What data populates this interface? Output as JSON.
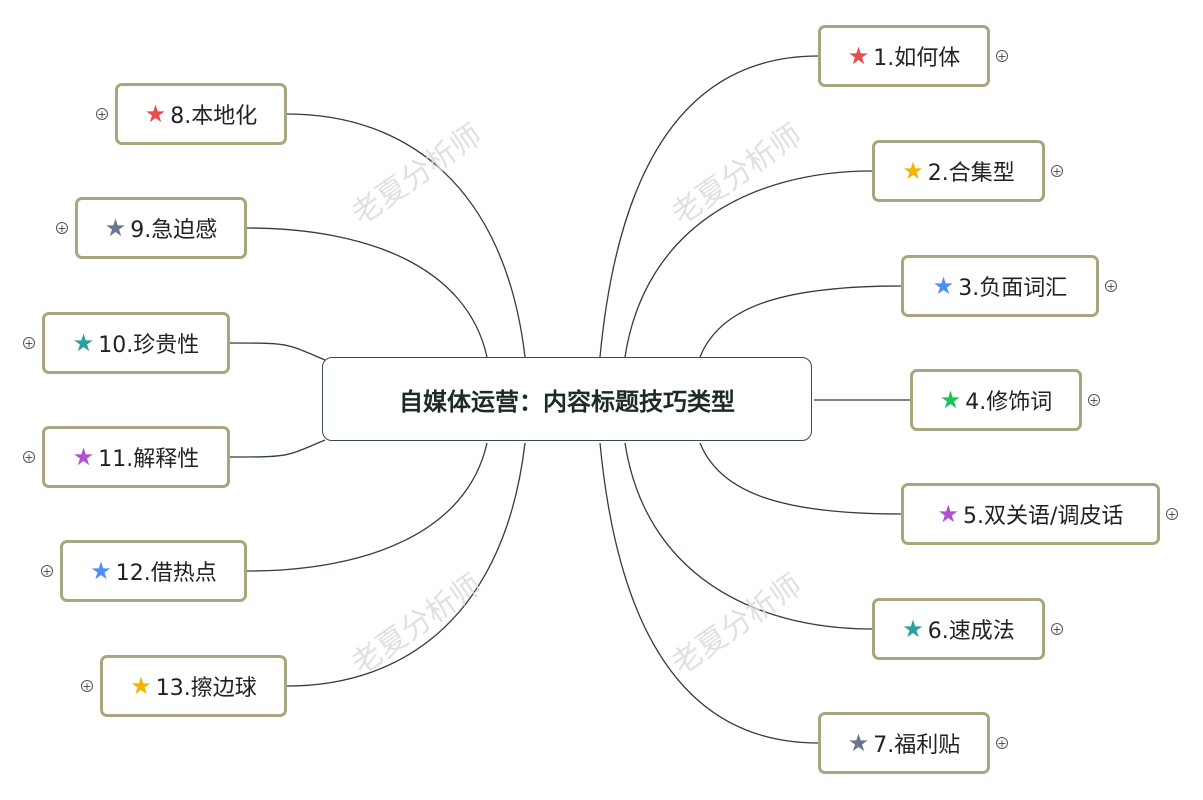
{
  "watermark": "老夏分析师",
  "center": {
    "title": "自媒体运营：内容标题技巧类型"
  },
  "nodes": [
    {
      "label": "1.如何体",
      "star_color": "#e84c4c"
    },
    {
      "label": "2.合集型",
      "star_color": "#f5b400"
    },
    {
      "label": "3.负面词汇",
      "star_color": "#4f8ef7"
    },
    {
      "label": "4.修饰词",
      "star_color": "#1dc45a"
    },
    {
      "label": "5.双关语/调皮话",
      "star_color": "#b04fcf"
    },
    {
      "label": "6.速成法",
      "star_color": "#2aa198"
    },
    {
      "label": "7.福利贴",
      "star_color": "#6b7590"
    },
    {
      "label": "8.本地化",
      "star_color": "#e84c4c"
    },
    {
      "label": "9.急迫感",
      "star_color": "#6b7590"
    },
    {
      "label": "10.珍贵性",
      "star_color": "#2aa198"
    },
    {
      "label": "11.解释性",
      "star_color": "#b04fcf"
    },
    {
      "label": "12.借热点",
      "star_color": "#4f8ef7"
    },
    {
      "label": "13.擦边球",
      "star_color": "#f5b400"
    }
  ],
  "expand_symbol": "+",
  "star_glyph": "★",
  "colors": {
    "line": "#2f3f3a",
    "node_border": "#a9a67e"
  }
}
